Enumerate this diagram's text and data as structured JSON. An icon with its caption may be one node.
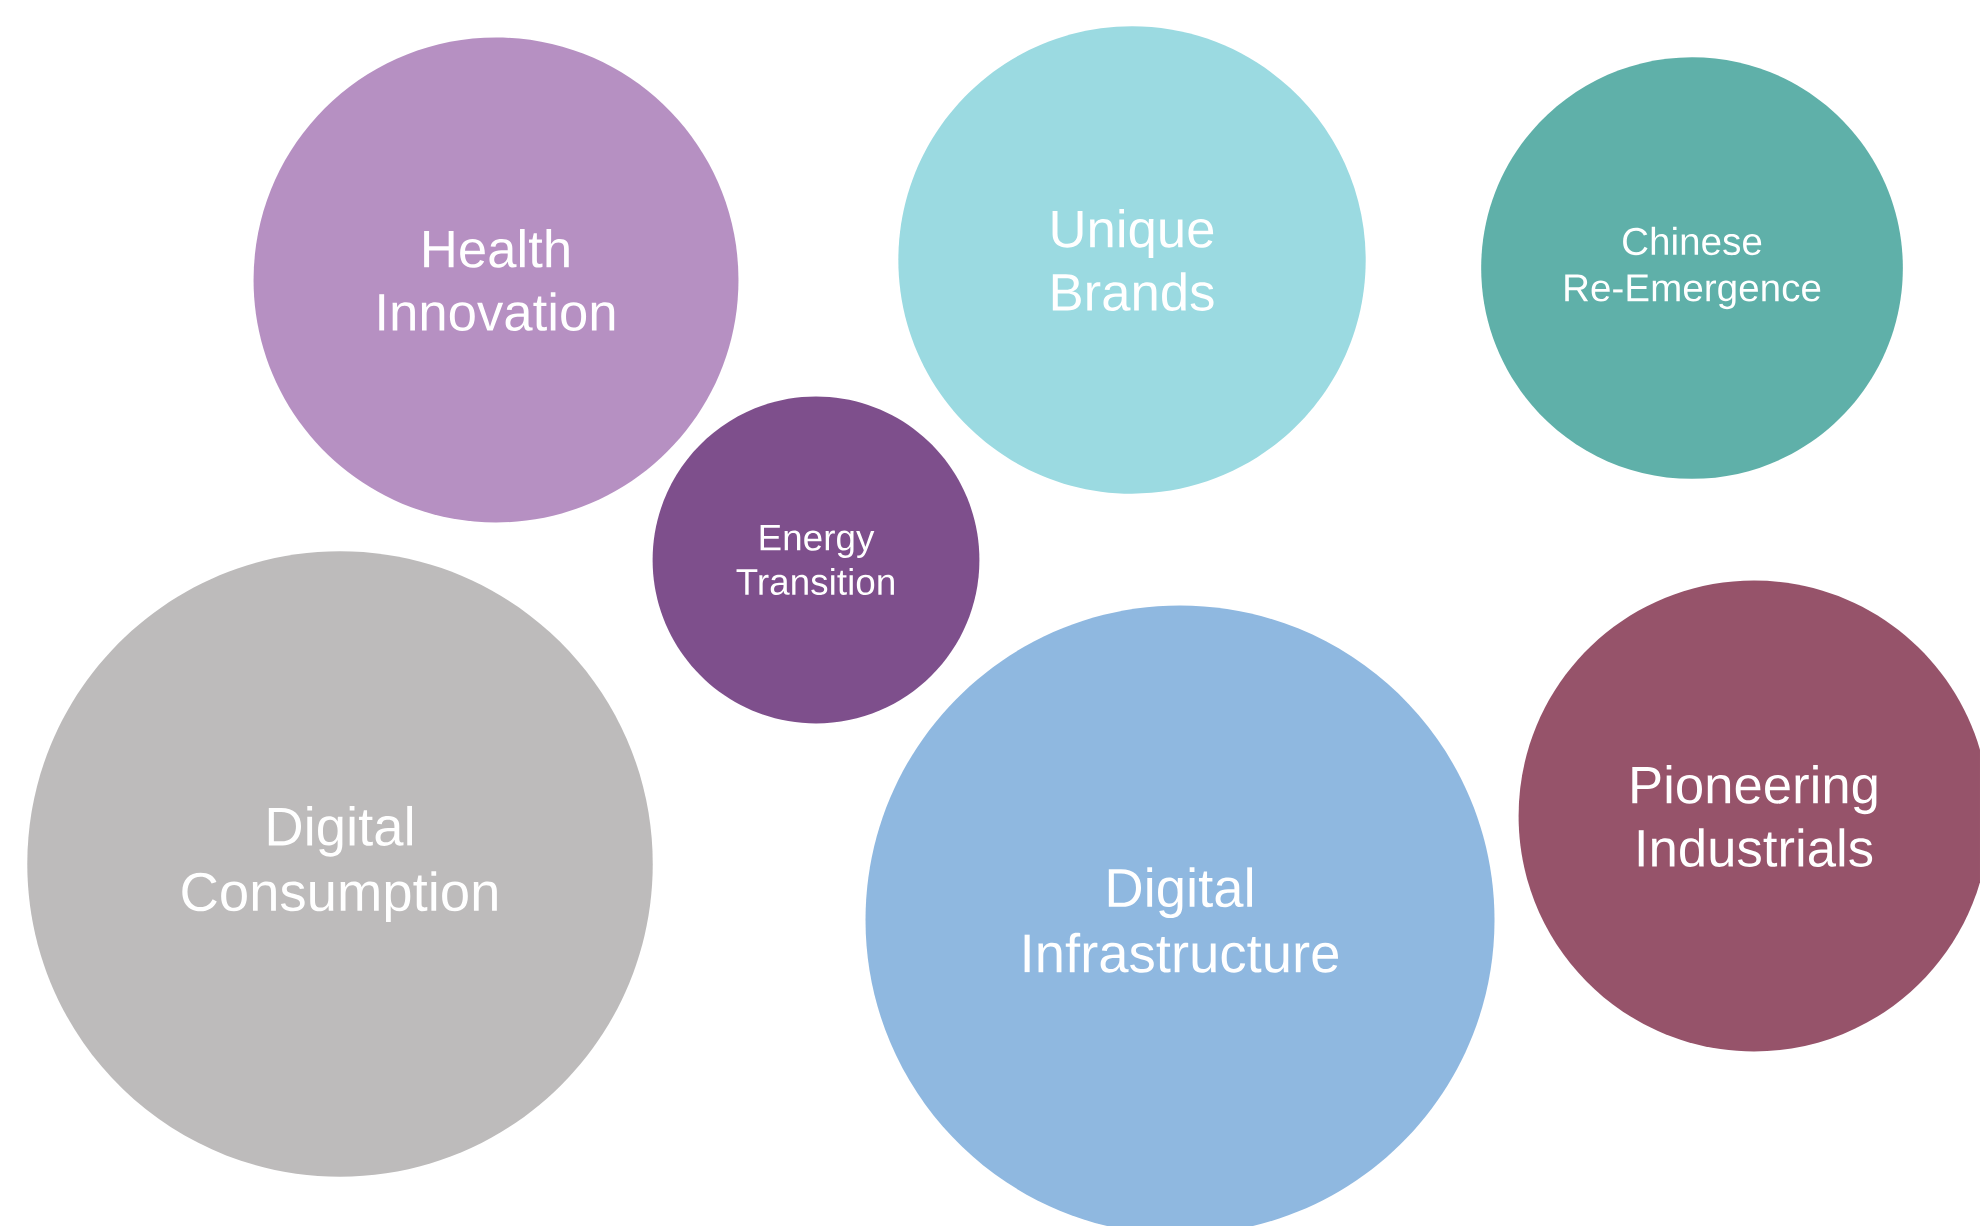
{
  "diagram": {
    "nodes": [
      {
        "text": [
          "Health Innovation"
        ]
      },
      {
        "text": [
          "Unique Brands"
        ]
      },
      {
        "text": [
          "Chinese Re-Emergence"
        ]
      },
      {
        "text": [
          "Energy Transition"
        ]
      },
      {
        "text": [
          "Digital Consumption"
        ]
      },
      {
        "text": [
          "Digital Infrastructure"
        ]
      },
      {
        "text": [
          "Pioneering Industrials"
        ]
      }
    ]
  }
}
